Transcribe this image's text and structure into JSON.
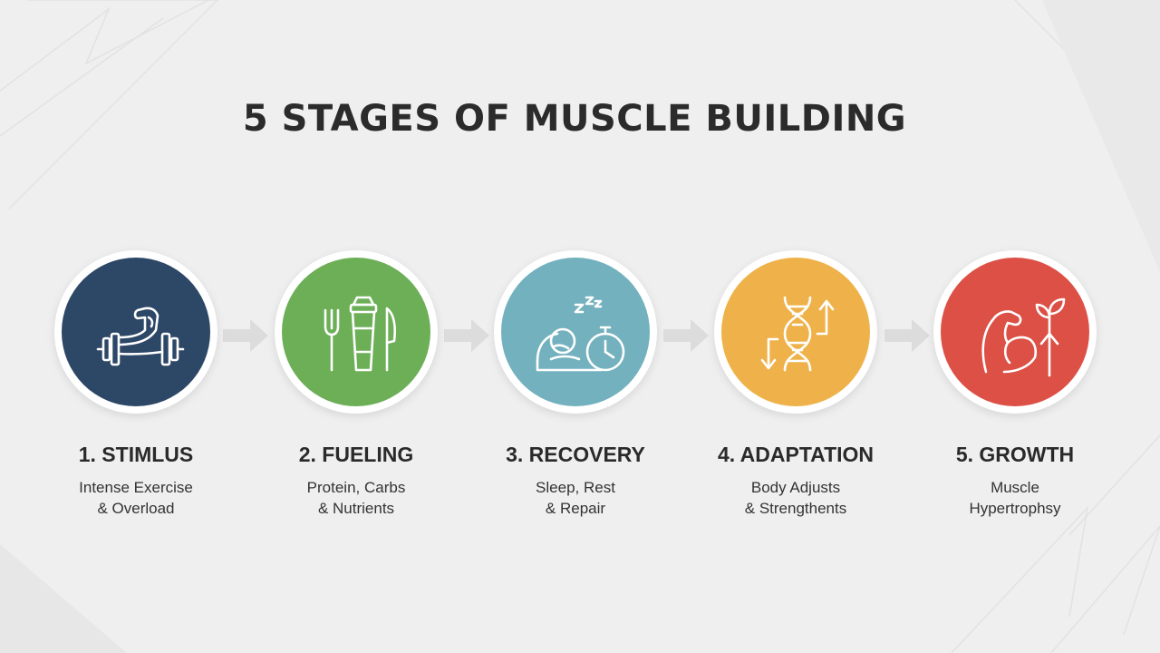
{
  "title": "5 STAGES OF MUSCLE BUILDING",
  "stages": [
    {
      "title": "1. STIMLUS",
      "lines": [
        "Intense Exercise",
        "& Overload"
      ],
      "color": "#2d4767",
      "icon": "flexed-arm-dumbbell-icon"
    },
    {
      "title": "2. FUELING",
      "lines": [
        "Protein, Carbs",
        "& Nutrients"
      ],
      "color": "#6caf57",
      "icon": "fork-shaker-knife-icon"
    },
    {
      "title": "3. RECOVERY",
      "lines": [
        "Sleep, Rest",
        "& Repair"
      ],
      "color": "#72b1bd",
      "icon": "sleeping-person-stopwatch-icon"
    },
    {
      "title": "4. ADAPTATION",
      "lines": [
        "Body Adjusts",
        "& Strengthents"
      ],
      "color": "#efb24a",
      "icon": "dna-arrows-icon"
    },
    {
      "title": "5. GROWTH",
      "lines": [
        "Muscle",
        "Hypertrophsy"
      ],
      "color": "#dc5046",
      "icon": "arm-sprout-arrow-icon"
    }
  ],
  "arrow_color": "#dcdcdc"
}
